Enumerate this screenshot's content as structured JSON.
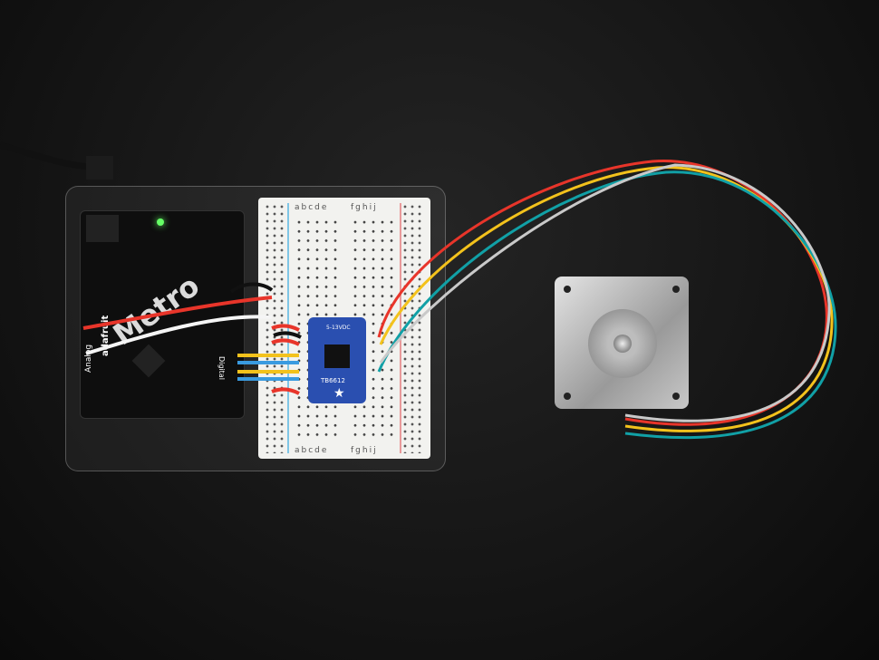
{
  "breadboard": {
    "left_columns": "abcde",
    "right_columns": "fghij"
  },
  "driver_board": {
    "name": "TB6612",
    "voltage": "5-13VDC",
    "color": "#2a4fb0"
  },
  "metro_board": {
    "brand": "adafruit",
    "logo": "Metro",
    "analog_label": "Analog",
    "digital_label": "Digital"
  },
  "wire_colors": {
    "red": "#e8352a",
    "yellow": "#f3c21c",
    "teal": "#11a0a6",
    "gray": "#c9c9c9",
    "white": "#f5f5f5",
    "blue": "#3a9be0",
    "black": "#111111"
  }
}
